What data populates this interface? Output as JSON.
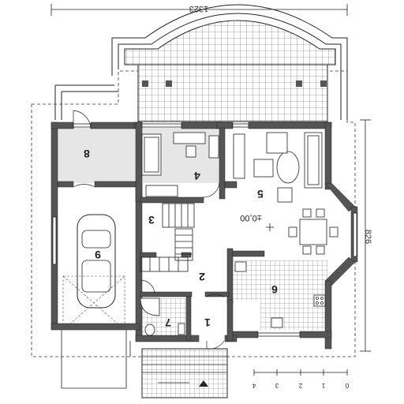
{
  "plan": {
    "rooms": [
      {
        "id": "1",
        "label": "1"
      },
      {
        "id": "2",
        "label": "2"
      },
      {
        "id": "3",
        "label": "3"
      },
      {
        "id": "4",
        "label": "4"
      },
      {
        "id": "5",
        "label": "5"
      },
      {
        "id": "6",
        "label": "6"
      },
      {
        "id": "7",
        "label": "7"
      },
      {
        "id": "8",
        "label": "8"
      },
      {
        "id": "9",
        "label": "9"
      }
    ],
    "dimensions": {
      "width": "1323",
      "depth": "826"
    },
    "level": "±0,00",
    "scale": {
      "ticks": [
        "0",
        "1",
        "2",
        "3",
        "4"
      ]
    },
    "colors": {
      "wall": "#555555",
      "line": "#222222",
      "floor": "#e8e8e8",
      "tile": "#ffffff"
    }
  }
}
